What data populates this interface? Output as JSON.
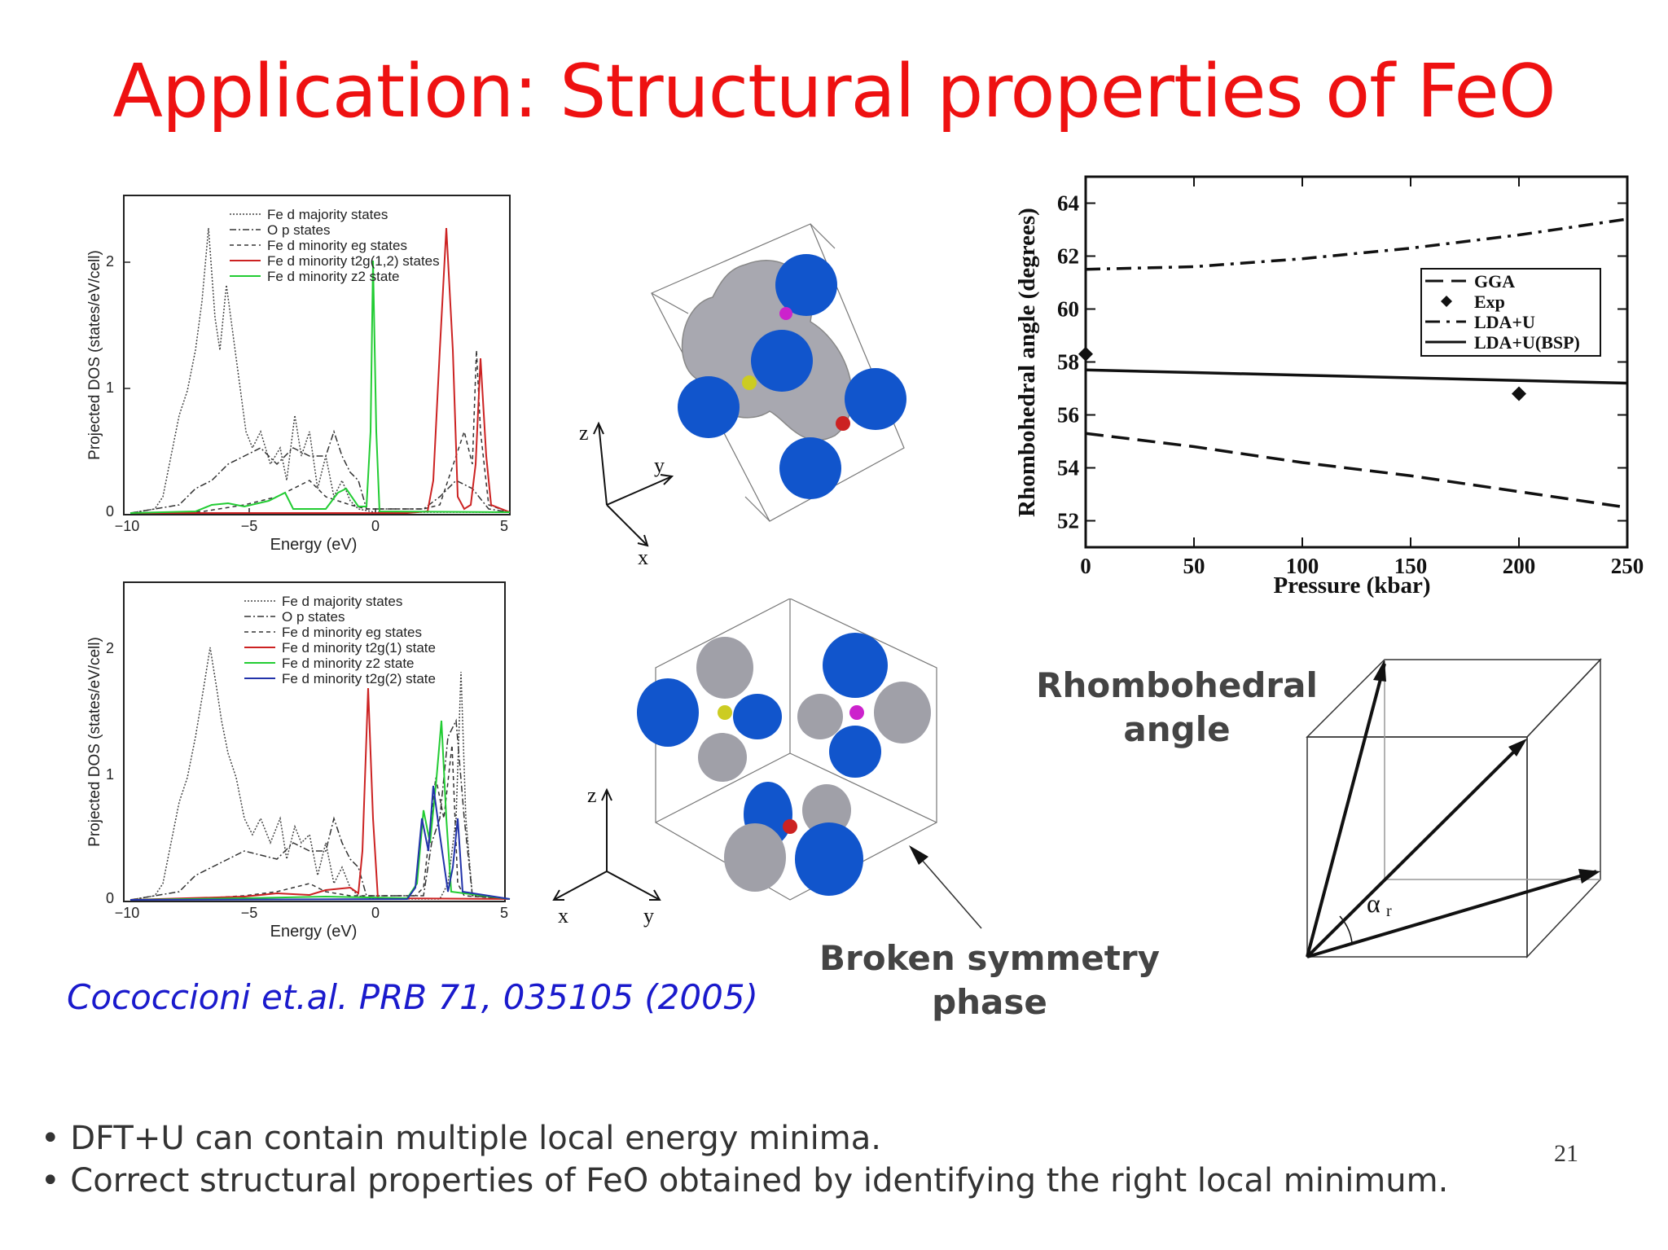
{
  "title": "Application: Structural properties of FeO",
  "dos_top": {
    "ylabel": "Projected DOS (states/eV/cell)",
    "xlabel": "Energy (eV)",
    "xticks": [
      "−10",
      "−5",
      "0",
      "5"
    ],
    "yticks": [
      "0",
      "1",
      "2"
    ],
    "legend": [
      "Fe d majority states",
      "O p states",
      "Fe d minority eg states",
      "Fe d minority t2g(1,2) states",
      "Fe d minority z2 state"
    ]
  },
  "dos_bottom": {
    "ylabel": "Projected DOS (states/eV/cell)",
    "xlabel": "Energy (eV)",
    "xticks": [
      "−10",
      "−5",
      "0",
      "5"
    ],
    "yticks": [
      "0",
      "1",
      "2"
    ],
    "legend": [
      "Fe d majority states",
      "O p states",
      "Fe d minority eg states",
      "Fe d minority t2g(1) state",
      "Fe d minority z2 state",
      "Fe d minority t2g(2) state"
    ]
  },
  "axes_top": {
    "x": "x",
    "y": "y",
    "z": "z"
  },
  "axes_bottom": {
    "x": "x",
    "y": "y",
    "z": "z"
  },
  "chart_data": {
    "type": "line",
    "xlabel": "Pressure (kbar)",
    "ylabel": "Rhombohedral angle (degrees)",
    "xlim": [
      0,
      250
    ],
    "ylim": [
      51,
      65
    ],
    "xticks": [
      "0",
      "50",
      "100",
      "150",
      "200",
      "250"
    ],
    "yticks": [
      "52",
      "54",
      "56",
      "58",
      "60",
      "62",
      "64"
    ],
    "legend_position": "top-right",
    "series": [
      {
        "name": "GGA",
        "style": "dashed",
        "x": [
          0,
          50,
          100,
          150,
          200,
          250
        ],
        "y": [
          55.3,
          54.8,
          54.2,
          53.7,
          53.1,
          52.5
        ]
      },
      {
        "name": "Exp",
        "style": "diamond",
        "x": [
          0,
          200
        ],
        "y": [
          58.3,
          56.8
        ]
      },
      {
        "name": "LDA+U",
        "style": "dashdot",
        "x": [
          0,
          50,
          100,
          150,
          200,
          250
        ],
        "y": [
          61.5,
          61.6,
          61.9,
          62.3,
          62.8,
          63.4
        ]
      },
      {
        "name": "LDA+U(BSP)",
        "style": "solid",
        "x": [
          0,
          50,
          100,
          150,
          200,
          250
        ],
        "y": [
          57.7,
          57.6,
          57.5,
          57.4,
          57.3,
          57.2
        ]
      }
    ]
  },
  "rhombo_label": [
    "Rhombohedral",
    "angle"
  ],
  "alpha_label": "α",
  "alpha_sub": "r",
  "broken_label": [
    "Broken symmetry",
    "phase"
  ],
  "citation": "Cococcioni et.al. PRB 71, 035105 (2005)",
  "bullets": [
    "•   DFT+U can contain multiple local energy minima.",
    "•  Correct structural properties of FeO obtained by identifying the right local minimum."
  ],
  "page_number": "21",
  "colors": {
    "title": "#ee1111",
    "citation": "#1a1acc",
    "red_line": "#cc2222",
    "green_line": "#22cc33",
    "blue_line": "#2233aa",
    "lobe_blue": "#1155cc",
    "lobe_gray": "#a0a0a8"
  }
}
